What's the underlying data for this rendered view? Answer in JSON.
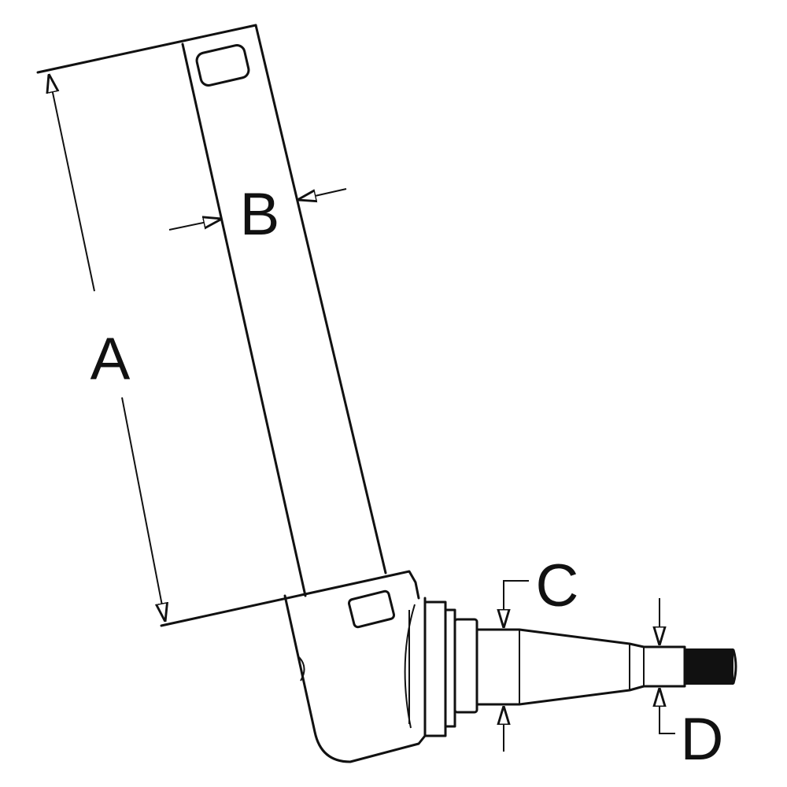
{
  "diagram": {
    "labels": {
      "a": "A",
      "b": "B",
      "c": "C",
      "d": "D"
    },
    "line_color": "#111111",
    "background": "#ffffff"
  }
}
